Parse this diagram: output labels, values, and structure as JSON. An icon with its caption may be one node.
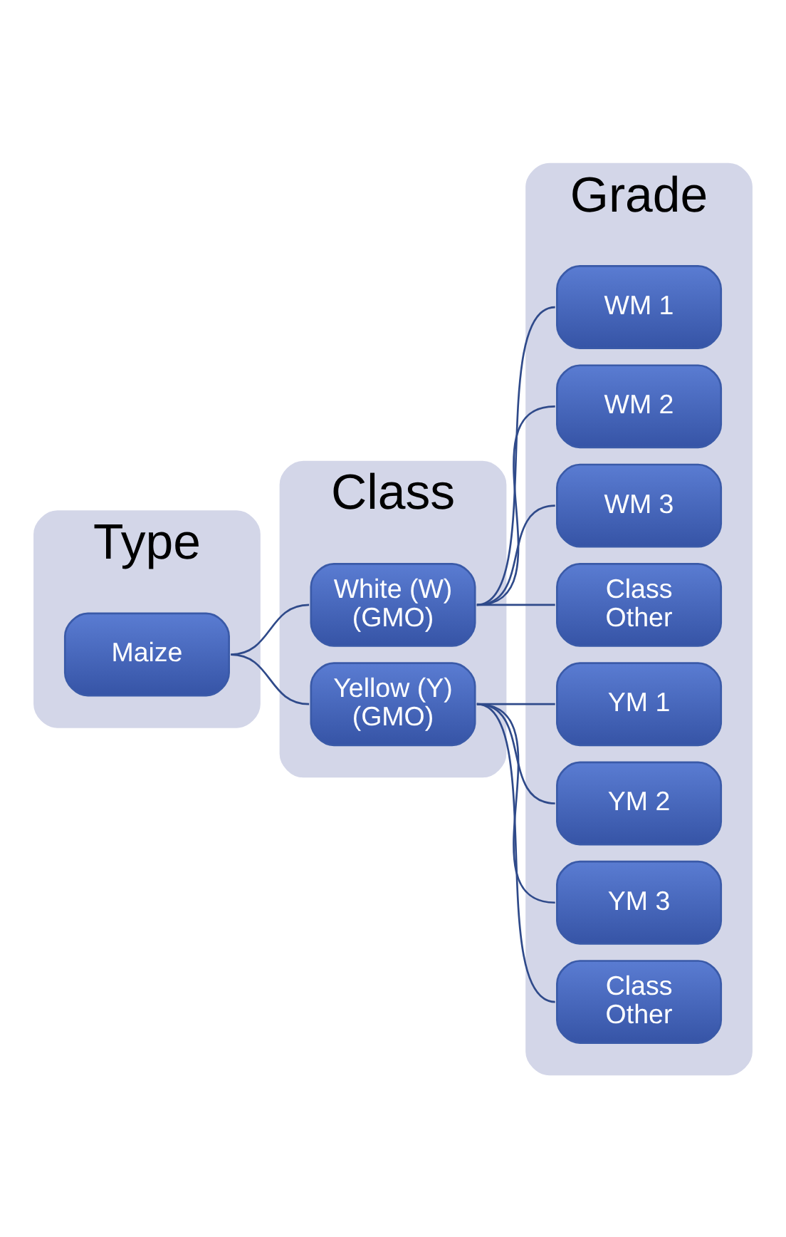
{
  "diagram": {
    "nodes": [
      {
        "text": [
          "Type"
        ]
      },
      {
        "text": [
          "Class"
        ]
      },
      {
        "text": [
          "Grade"
        ]
      },
      {
        "text": [
          "Maize"
        ],
        "in": 0
      },
      {
        "text": [
          "White (W) (GMO)"
        ],
        "in": 1
      },
      {
        "text": [
          "Yellow (Y) (GMO)"
        ],
        "in": 1
      },
      {
        "text": [
          "WM 1"
        ],
        "in": 2
      },
      {
        "text": [
          "WM 2"
        ],
        "in": 2
      },
      {
        "text": [
          "WM 3"
        ],
        "in": 2
      },
      {
        "text": [
          "Class Other"
        ],
        "in": 2
      },
      {
        "text": [
          "YM 1"
        ],
        "in": 2
      },
      {
        "text": [
          "YM 2"
        ],
        "in": 2
      },
      {
        "text": [
          "YM 3"
        ],
        "in": 2
      },
      {
        "text": [
          "Class Other"
        ],
        "in": 2
      }
    ],
    "edges": [
      {
        "from": 3,
        "to": 4,
        "arrow": "none"
      },
      {
        "from": 3,
        "to": 5,
        "arrow": "none"
      },
      {
        "from": 4,
        "to": 6,
        "arrow": "none"
      },
      {
        "from": 4,
        "to": 7,
        "arrow": "none"
      },
      {
        "from": 4,
        "to": 8,
        "arrow": "none"
      },
      {
        "from": 4,
        "to": 9,
        "arrow": "none"
      },
      {
        "from": 5,
        "to": 10,
        "arrow": "none"
      },
      {
        "from": 5,
        "to": 11,
        "arrow": "none"
      },
      {
        "from": 5,
        "to": 12,
        "arrow": "none"
      },
      {
        "from": 5,
        "to": 13,
        "arrow": "none"
      }
    ]
  }
}
